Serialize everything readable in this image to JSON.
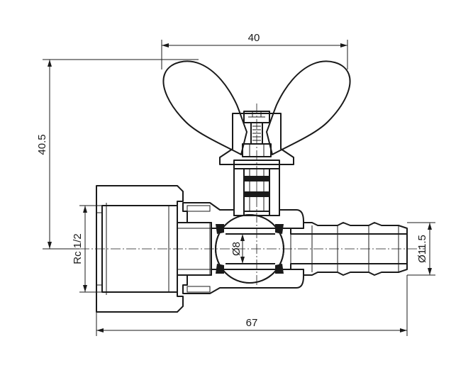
{
  "dimensions": {
    "width_top": "40",
    "height_left": "40.5",
    "thread_left": "Rc 1/2",
    "bore_center": "Ø8",
    "hose_diameter": "Ø11.5",
    "length_bottom": "67"
  },
  "colors": {
    "line": "#1a1a1a",
    "background": "#ffffff",
    "seal_fill": "#1a1a1a"
  }
}
